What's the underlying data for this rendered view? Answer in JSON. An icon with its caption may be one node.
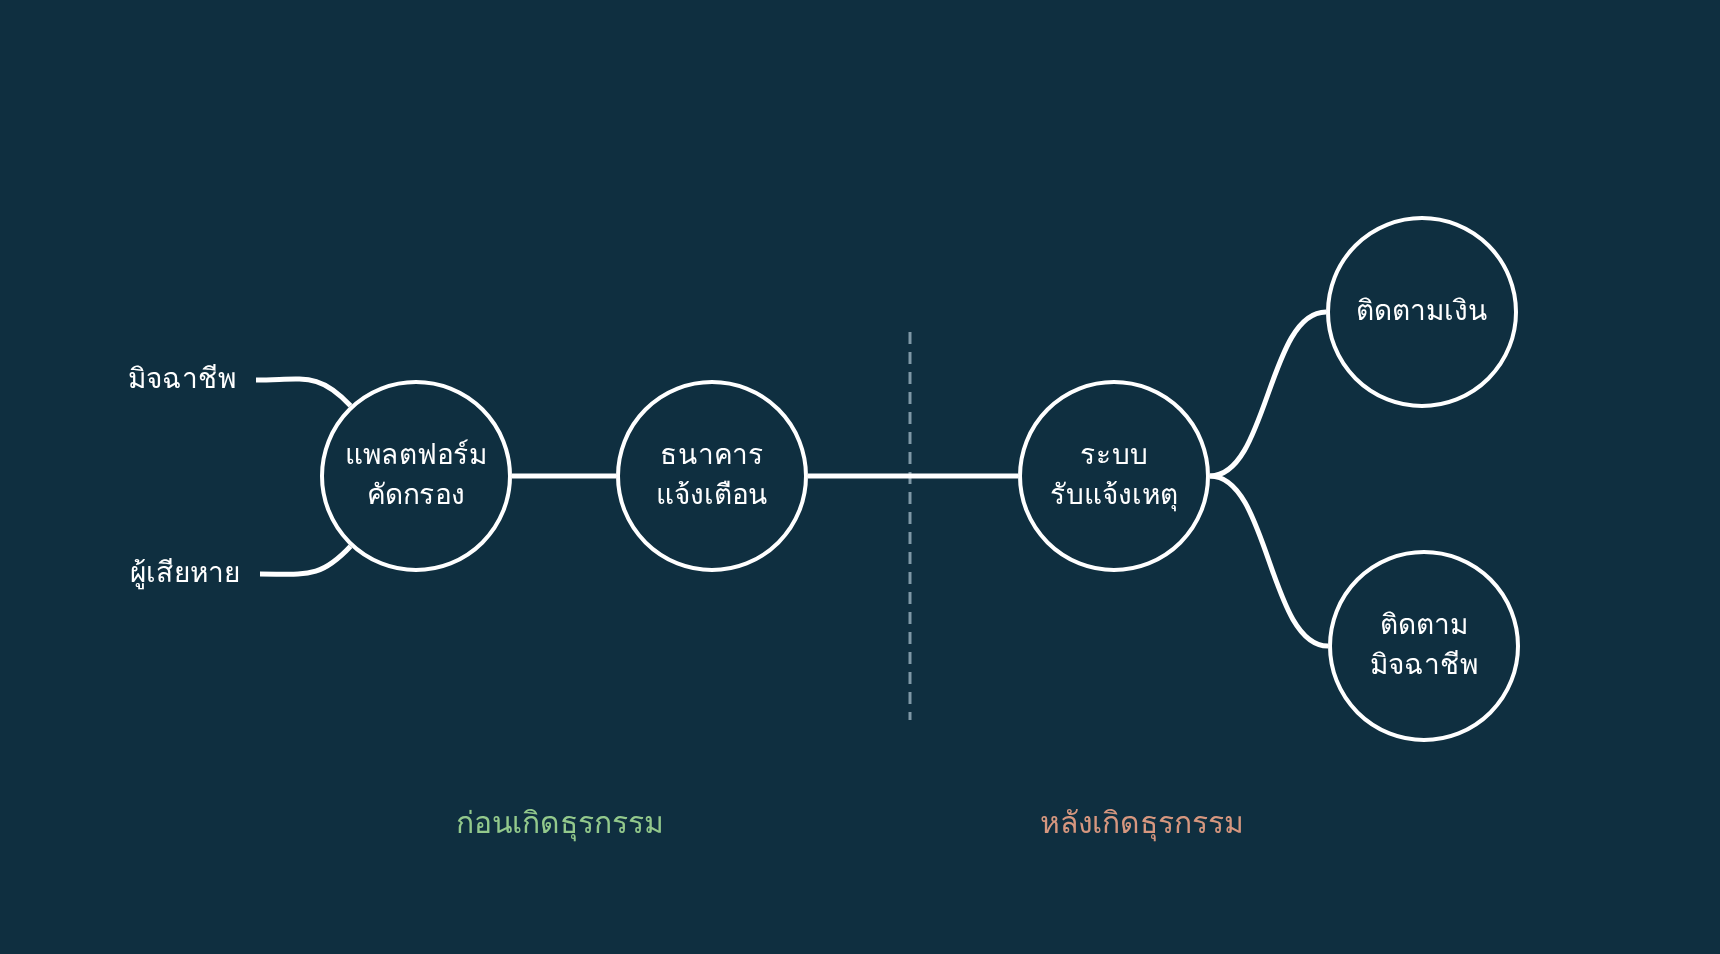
{
  "diagram": {
    "nodes": [
      {
        "text": [
          "มิจฉาชีพ"
        ]
      },
      {
        "text": [
          "ผู้เสียหาย"
        ]
      },
      {
        "text": [
          "แพลตฟอร์ม คัดกรอง"
        ]
      },
      {
        "text": [
          "ธนาคาร แจ้งเตือน"
        ]
      },
      {
        "text": [
          "ระบบ รับแจ้งเหตุ"
        ]
      },
      {
        "text": [
          "ติดตามเงิน"
        ]
      },
      {
        "text": [
          "ติดตาม มิจฉาชีพ"
        ]
      }
    ],
    "edges": [
      {
        "from": 0,
        "to": 2,
        "arrow": "none"
      },
      {
        "from": 1,
        "to": 2,
        "arrow": "none"
      },
      {
        "from": 2,
        "to": 3,
        "arrow": "none"
      },
      {
        "from": 3,
        "to": 4,
        "arrow": "none"
      },
      {
        "from": 4,
        "to": 5,
        "arrow": "none"
      },
      {
        "from": 4,
        "to": 6,
        "arrow": "none"
      }
    ],
    "labels": [
      "ก่อนเกิดธุรกรรม",
      "หลังเกิดธุรกรรม"
    ]
  }
}
